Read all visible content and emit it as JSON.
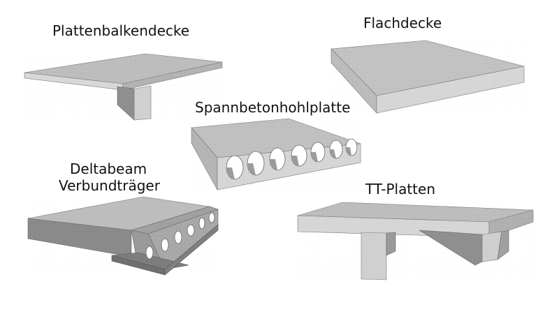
{
  "labels": {
    "plattenbalkendecke": "Plattenbalkendecke",
    "flachdecke": "Flachdecke",
    "spannbeton": "Spannbetonhohlplatte",
    "deltabeam_line1": "Deltabeam",
    "deltabeam_line2": "Verbundträger",
    "tt_platten": "TT-Platten"
  },
  "colors": {
    "concrete_top": "#bdbdbd",
    "concrete_front": "#d8d8d8",
    "concrete_side": "#a9a9a9",
    "concrete_dark": "#8f8f8f",
    "steel": "#9a9a9a",
    "steel_dark": "#7d7d7d",
    "edge": "#6f6f6f"
  }
}
